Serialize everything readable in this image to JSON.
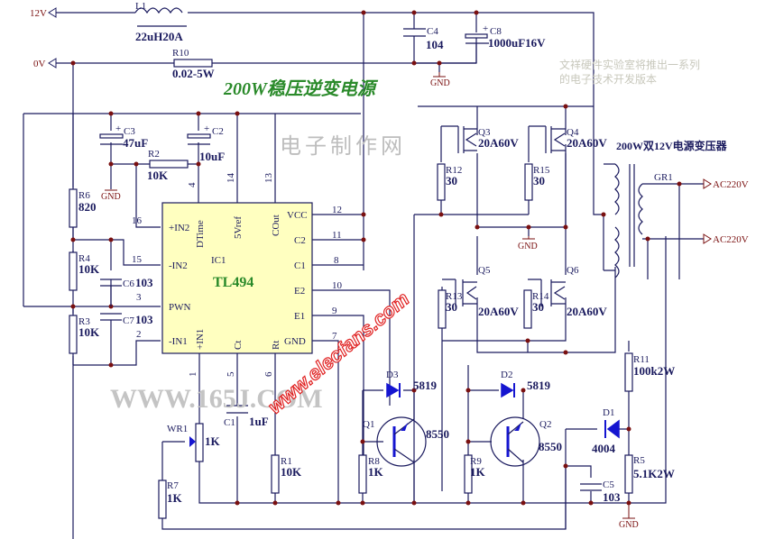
{
  "title": "200W稳压逆变电源",
  "watermarks": {
    "site_cn": "电子制作网",
    "site_url": "WWW.165J.COM",
    "elecfans": "www.elecfans.com",
    "notice_line1": "文祥硬件实验室将推出一系列",
    "notice_line2": "的电子技术开发版本"
  },
  "ports": {
    "v12": "12V",
    "v0": "0V",
    "ac_out_1": "AC220V",
    "ac_out_2": "AC220V",
    "gnd": "GND"
  },
  "transformer": {
    "ref": "GR1",
    "description": "200W双12V电源变压器"
  },
  "ic": {
    "ref": "IC1",
    "part": "TL494",
    "pins_left": [
      {
        "num": "16",
        "name": "+IN2"
      },
      {
        "num": "15",
        "name": "-IN2"
      },
      {
        "num": "3",
        "name": "PWN"
      },
      {
        "num": "2",
        "name": "-IN1"
      }
    ],
    "pins_top": [
      {
        "num": "4",
        "name": "DTime"
      },
      {
        "num": "14",
        "name": "5Vref"
      },
      {
        "num": "13",
        "name": "COut"
      }
    ],
    "pins_right": [
      {
        "num": "12",
        "name": "VCC"
      },
      {
        "num": "11",
        "name": "C2"
      },
      {
        "num": "8",
        "name": "C1"
      },
      {
        "num": "10",
        "name": "E2"
      },
      {
        "num": "9",
        "name": "E1"
      },
      {
        "num": "7",
        "name": "GND"
      }
    ],
    "pins_bottom": [
      {
        "num": "1",
        "name": "+IN1"
      },
      {
        "num": "5",
        "name": "Ct"
      },
      {
        "num": "6",
        "name": "Rt"
      }
    ]
  },
  "components": {
    "L1": {
      "ref": "L1",
      "value": "22uH20A"
    },
    "R10": {
      "ref": "R10",
      "value": "0.02-5W"
    },
    "C4": {
      "ref": "C4",
      "value": "104"
    },
    "C8": {
      "ref": "C8",
      "value": "1000uF16V"
    },
    "C3": {
      "ref": "C3",
      "value": "47uF"
    },
    "C2": {
      "ref": "C2",
      "value": "10uF"
    },
    "R2": {
      "ref": "R2",
      "value": "10K"
    },
    "R6": {
      "ref": "R6",
      "value": "820"
    },
    "R4": {
      "ref": "R4",
      "value": "10K"
    },
    "R3": {
      "ref": "R3",
      "value": "10K"
    },
    "C6": {
      "ref": "C6",
      "value": "103"
    },
    "C7": {
      "ref": "C7",
      "value": "103"
    },
    "C1": {
      "ref": "C1",
      "value": "1uF"
    },
    "R1": {
      "ref": "R1",
      "value": "10K"
    },
    "WR1": {
      "ref": "WR1",
      "value": "1K"
    },
    "R7": {
      "ref": "R7",
      "value": "1K"
    },
    "Q3": {
      "ref": "Q3",
      "value": "20A60V"
    },
    "Q4": {
      "ref": "Q4",
      "value": "20A60V"
    },
    "Q5": {
      "ref": "Q5",
      "value": "20A60V"
    },
    "Q6": {
      "ref": "Q6",
      "value": "20A60V"
    },
    "R12": {
      "ref": "R12",
      "value": "30"
    },
    "R15": {
      "ref": "R15",
      "value": "30"
    },
    "R13": {
      "ref": "R13",
      "value": "30"
    },
    "R14": {
      "ref": "R14",
      "value": "30"
    },
    "D3": {
      "ref": "D3",
      "value": "5819"
    },
    "D2": {
      "ref": "D2",
      "value": "5819"
    },
    "Q1": {
      "ref": "Q1",
      "value": "8550"
    },
    "Q2": {
      "ref": "Q2",
      "value": "8550"
    },
    "R8": {
      "ref": "R8",
      "value": "1K"
    },
    "R9": {
      "ref": "R9",
      "value": "1K"
    },
    "D1": {
      "ref": "D1",
      "value": "4004"
    },
    "C5": {
      "ref": "C5",
      "value": "103"
    },
    "R11": {
      "ref": "R11",
      "value": "100k2W"
    },
    "R5": {
      "ref": "R5",
      "value": "5.1K2W"
    }
  }
}
